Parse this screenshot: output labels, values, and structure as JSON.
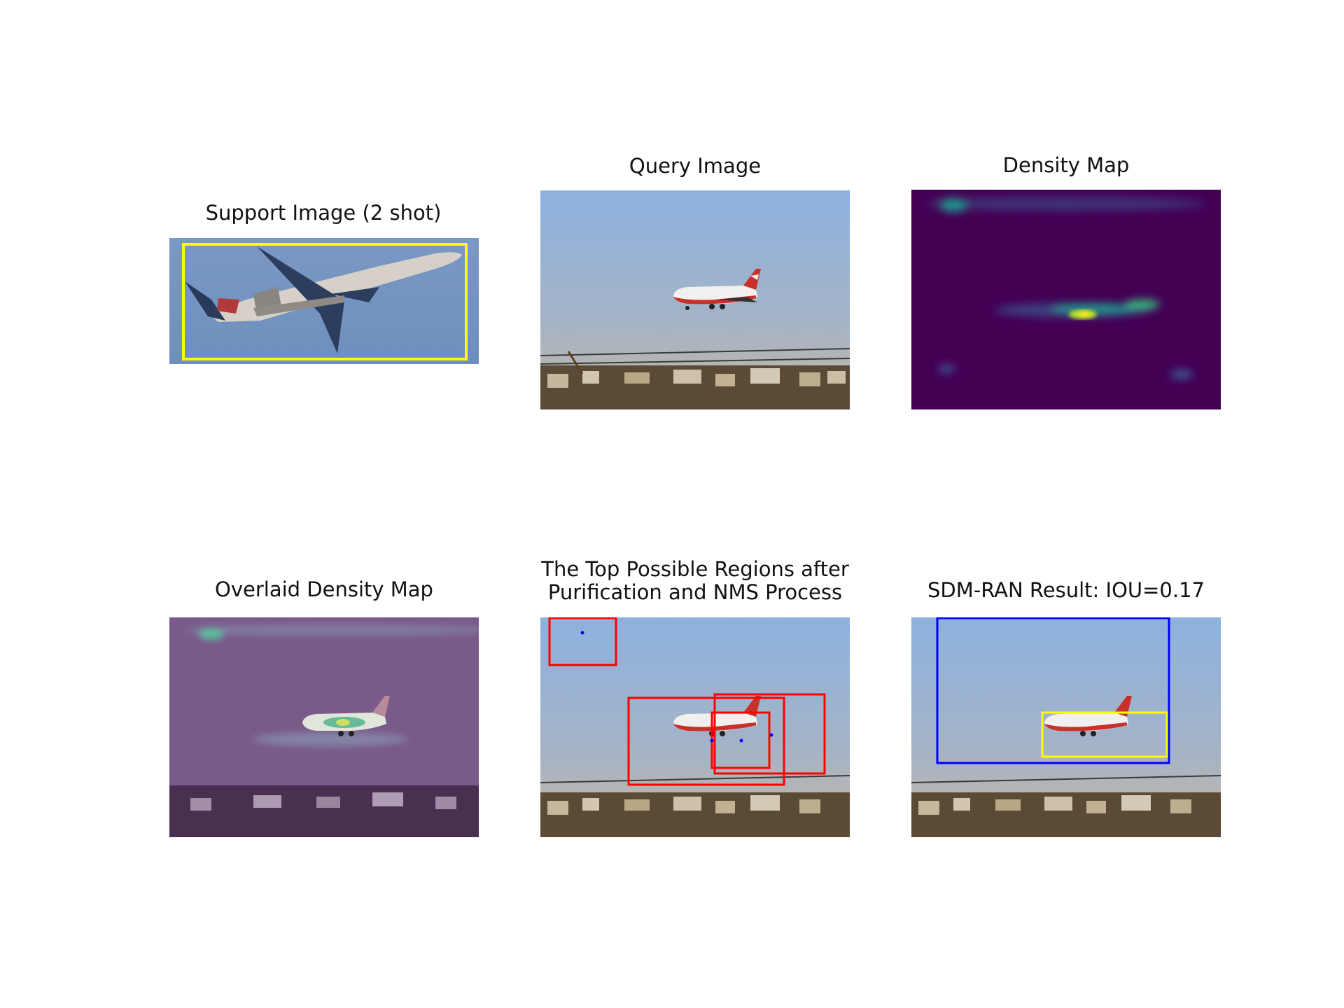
{
  "panels": [
    {
      "id": "support",
      "title": "Support Image (2 shot)"
    },
    {
      "id": "query",
      "title": "Query Image"
    },
    {
      "id": "density",
      "title": "Density Map"
    },
    {
      "id": "overlaid",
      "title": "Overlaid Density Map"
    },
    {
      "id": "regions",
      "title_line1": "The Top Possible Regions after",
      "title_line2": "Purification and NMS Process"
    },
    {
      "id": "result",
      "title": "SDM-RAN Result: IOU=0.17"
    }
  ],
  "colors": {
    "support_box": "#ffff00",
    "region_box": "#ff0000",
    "region_point": "#0000ff",
    "prediction_box": "#0000ff",
    "ground_truth_box": "#ffff00",
    "density_background": "#440154",
    "sky_top": "#8fb4e0",
    "sky_bottom": "#b8b2a6"
  }
}
